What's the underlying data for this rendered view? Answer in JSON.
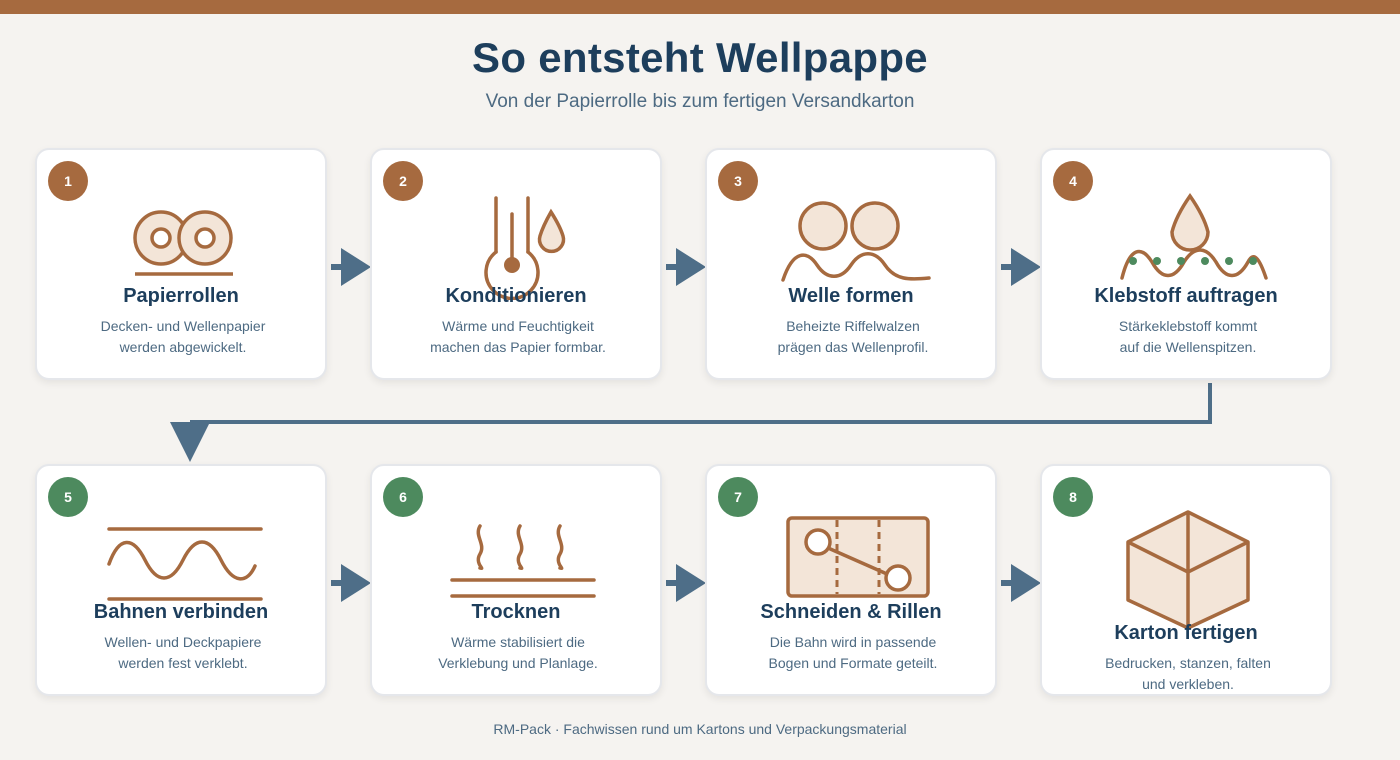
{
  "header": {
    "title": "So entsteht Wellpappe",
    "subtitle": "Von der Papierrolle bis zum fertigen Versandkarton"
  },
  "steps": [
    {
      "number": "1",
      "title": "Papierrollen",
      "desc_line1": "Decken- und Wellenpapier",
      "desc_line2": "werden abgewickelt.",
      "icon": "paper-rolls-icon"
    },
    {
      "number": "2",
      "title": "Konditionieren",
      "desc_line1": "Wärme und Feuchtigkeit",
      "desc_line2": "machen das Papier formbar.",
      "icon": "thermometer-droplet-icon"
    },
    {
      "number": "3",
      "title": "Welle formen",
      "desc_line1": "Beheizte Riffelwalzen",
      "desc_line2": "prägen das Wellenprofil.",
      "icon": "corrugating-rollers-icon"
    },
    {
      "number": "4",
      "title": "Klebstoff auftragen",
      "desc_line1": "Stärkeklebstoff kommt",
      "desc_line2": "auf die Wellenspitzen.",
      "icon": "glue-drop-wave-icon"
    },
    {
      "number": "5",
      "title": "Bahnen verbinden",
      "desc_line1": "Wellen- und Deckpapiere",
      "desc_line2": "werden fest verklebt.",
      "icon": "board-layers-icon"
    },
    {
      "number": "6",
      "title": "Trocknen",
      "desc_line1": "Wärme stabilisiert die",
      "desc_line2": "Verklebung und Planlage.",
      "icon": "drying-steam-icon"
    },
    {
      "number": "7",
      "title": "Schneiden & Rillen",
      "desc_line1": "Die Bahn wird in passende",
      "desc_line2": "Bogen und Formate geteilt.",
      "icon": "cutting-scissors-icon"
    },
    {
      "number": "8",
      "title": "Karton fertigen",
      "desc_line1": "Bedrucken, stanzen, falten",
      "desc_line2": "und verkleben.",
      "icon": "box-icon"
    }
  ],
  "footer": "RM-Pack · Fachwissen rund um Kartons und Verpackungsmaterial",
  "colors": {
    "brand_brown": "#a66a3f",
    "brand_green": "#4d8a5e",
    "navy": "#1d3e5c",
    "connector": "#4e6e88",
    "icon_fill": "#f3e5d8",
    "background": "#f5f3f0"
  }
}
